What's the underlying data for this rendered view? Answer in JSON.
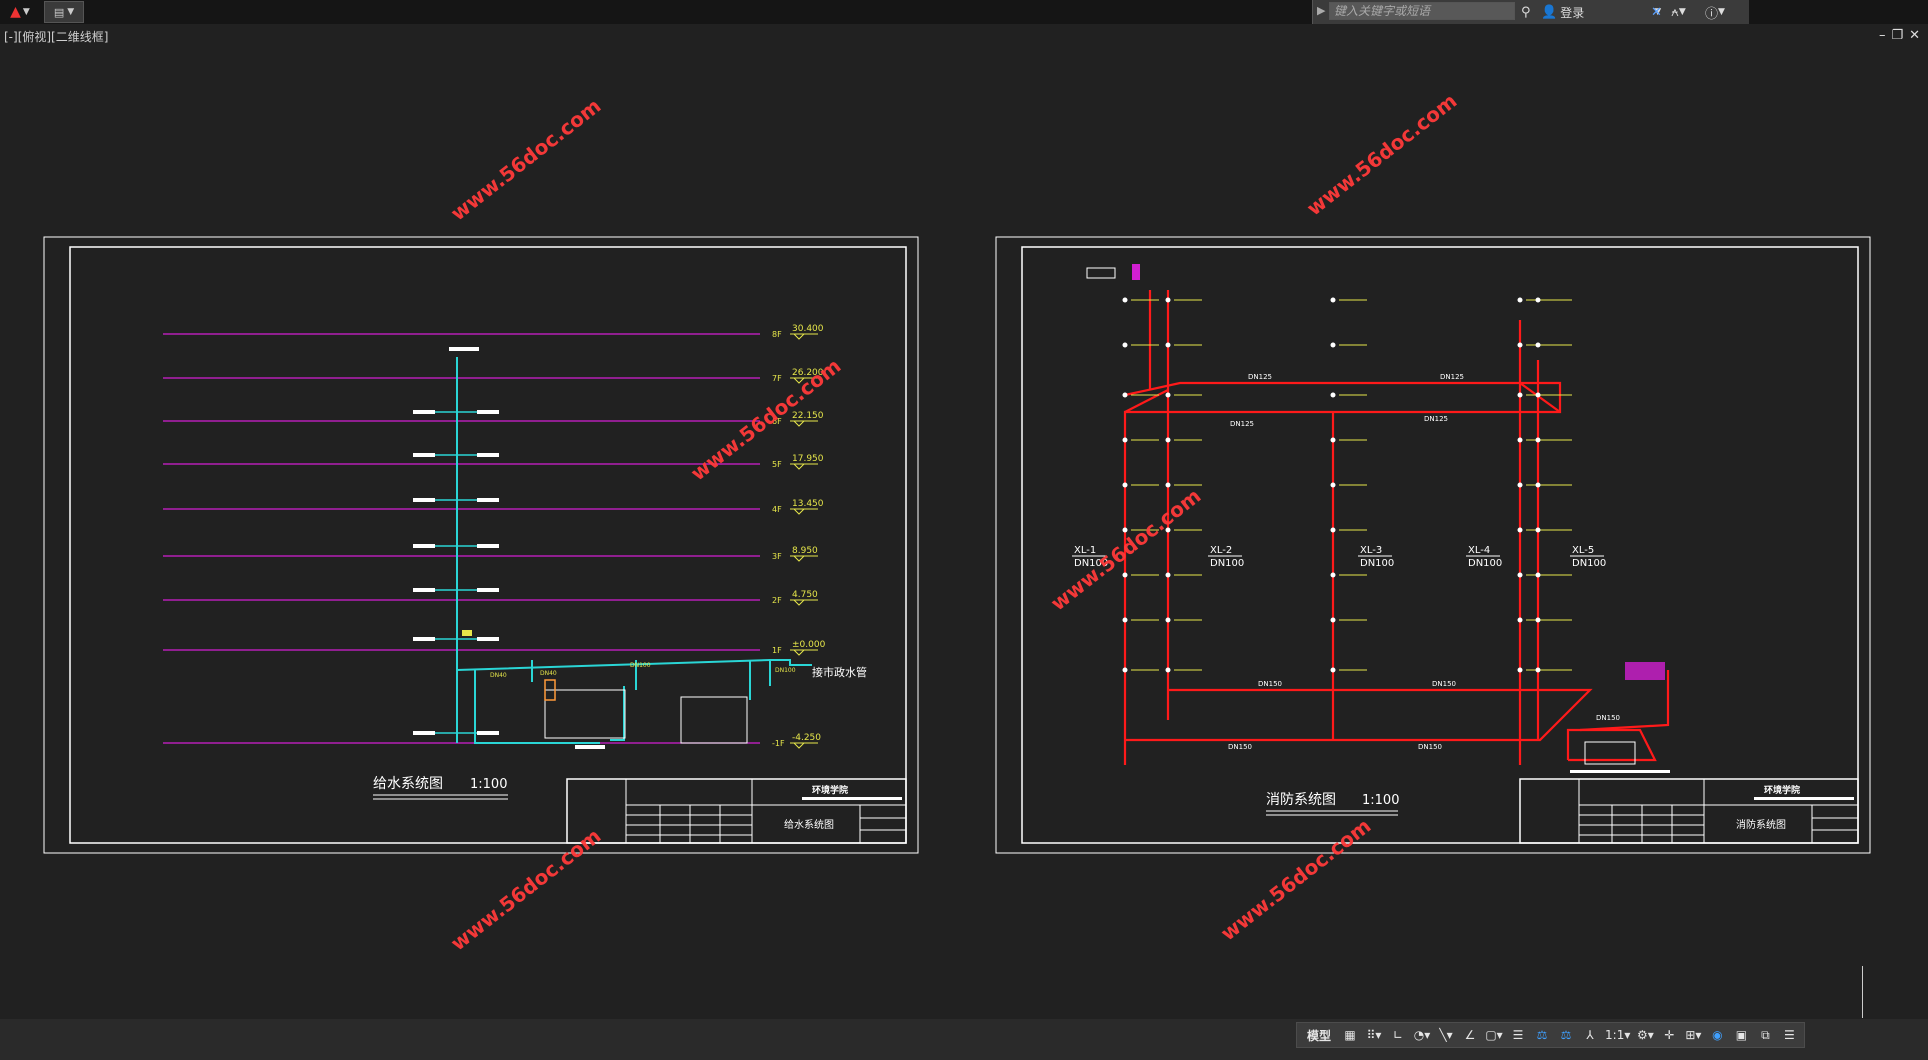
{
  "app": {
    "logo_icon": "autocad-a-icon",
    "search_placeholder": "键入关键字或短语",
    "login_label": "登录"
  },
  "view": {
    "label": "[-][俯视][二维线框]"
  },
  "watermarks": [
    "www.56doc.com",
    "www.56doc.com",
    "www.56doc.com",
    "www.56doc.com",
    "www.56doc.com",
    "www.56doc.com"
  ],
  "sheet_left": {
    "title": "给水系统图",
    "scale": "1:100",
    "floors": [
      {
        "floor": "8F",
        "elev": "30.400"
      },
      {
        "floor": "7F",
        "elev": "26.200"
      },
      {
        "floor": "6F",
        "elev": "22.150"
      },
      {
        "floor": "5F",
        "elev": "17.950"
      },
      {
        "floor": "4F",
        "elev": "13.450"
      },
      {
        "floor": "3F",
        "elev": "8.950"
      },
      {
        "floor": "2F",
        "elev": "4.750"
      },
      {
        "floor": "1F",
        "elev": "±0.000"
      },
      {
        "floor": "-1F",
        "elev": "-4.250"
      }
    ],
    "inlet_label": "接市政水管",
    "pipe_labels": [
      "DN40",
      "DN40",
      "DN100",
      "DN100"
    ],
    "tb_school": "环境学院",
    "tb_drawing": "给水系统图"
  },
  "sheet_right": {
    "title": "消防系统图",
    "scale": "1:100",
    "risers": [
      {
        "name": "XL-1",
        "size": "DN100"
      },
      {
        "name": "XL-2",
        "size": "DN100"
      },
      {
        "name": "XL-3",
        "size": "DN100"
      },
      {
        "name": "XL-4",
        "size": "DN100"
      },
      {
        "name": "XL-5",
        "size": "DN100"
      }
    ],
    "main_labels": [
      "DN125",
      "DN125",
      "DN125",
      "DN125",
      "DN150",
      "DN150",
      "DN150",
      "DN150",
      "DN150"
    ],
    "tb_school": "环境学院",
    "tb_drawing": "消防系统图"
  },
  "statusbar": {
    "model_label": "模型",
    "scale_label": "1:1"
  },
  "colors": {
    "background": "#212121",
    "magenta": "#d21fd2",
    "cyan": "#2ad6d6",
    "red": "#ff1a1a",
    "yellow": "#e6e64a",
    "white": "#ffffff",
    "watermark": "#ff3a3a"
  }
}
